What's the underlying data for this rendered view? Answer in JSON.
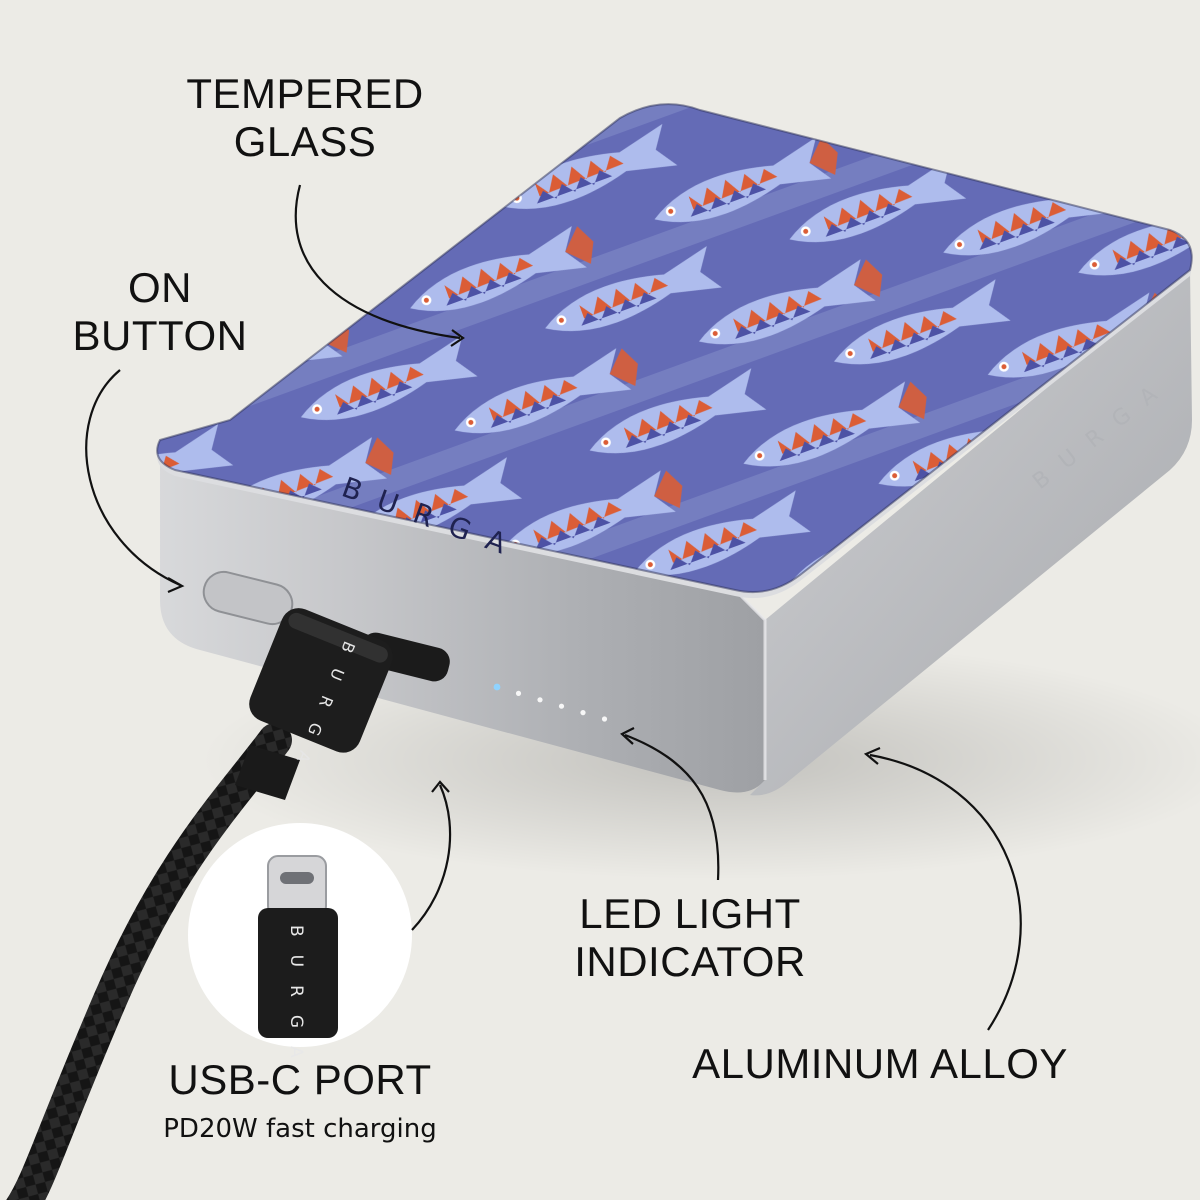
{
  "labels": {
    "tempered_glass": [
      "TEMPERED",
      "GLASS"
    ],
    "on_button": [
      "ON",
      "BUTTON"
    ],
    "led_indicator": [
      "LED LIGHT",
      "INDICATOR"
    ],
    "aluminum_alloy": "ALUMINUM ALLOY",
    "usb_c_port": "USB-C PORT",
    "usb_c_sub": "PD20W fast charging"
  },
  "brand": {
    "top": "BURGA",
    "side": "BURGA",
    "connector": "BURGA",
    "inset": "BURGA"
  },
  "colors": {
    "background": "#ecebe6",
    "pattern_base": "#5b62b2",
    "fish_light": "#a9b8ec",
    "fish_dark": "#4248a0",
    "fish_accent": "#d9532a",
    "aluminum": "#c9cacc",
    "cable": "#141414",
    "led": "#8fd3ff"
  },
  "led": {
    "count": 6
  }
}
